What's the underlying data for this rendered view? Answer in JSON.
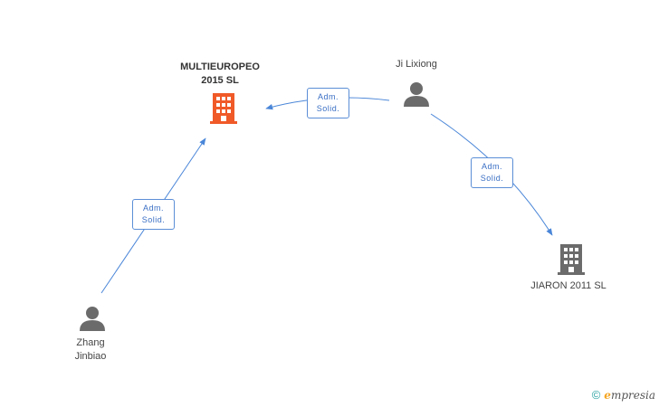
{
  "nodes": {
    "multieuropeo": {
      "line1": "MULTIEUROPEO",
      "line2": "2015  SL",
      "icon": "building-icon",
      "color": "#f05a28"
    },
    "ji_lixiong": {
      "label": "Ji Lixiong",
      "icon": "person-icon"
    },
    "jiaron": {
      "label": "JIARON 2011  SL",
      "icon": "building-icon",
      "color": "#6b6b6b"
    },
    "zhang": {
      "line1": "Zhang",
      "line2": "Jinbiao",
      "icon": "person-icon"
    }
  },
  "edges": {
    "ji_to_multi": {
      "line1": "Adm.",
      "line2": "Solid."
    },
    "ji_to_jiaron": {
      "line1": "Adm.",
      "line2": "Solid."
    },
    "zhang_to_multi": {
      "line1": "Adm.",
      "line2": "Solid."
    }
  },
  "colors": {
    "edge": "#4a86d8",
    "person": "#6b6b6b"
  },
  "footer": {
    "symbol": "©",
    "brand_initial": "e",
    "brand_rest": "mpresia"
  }
}
